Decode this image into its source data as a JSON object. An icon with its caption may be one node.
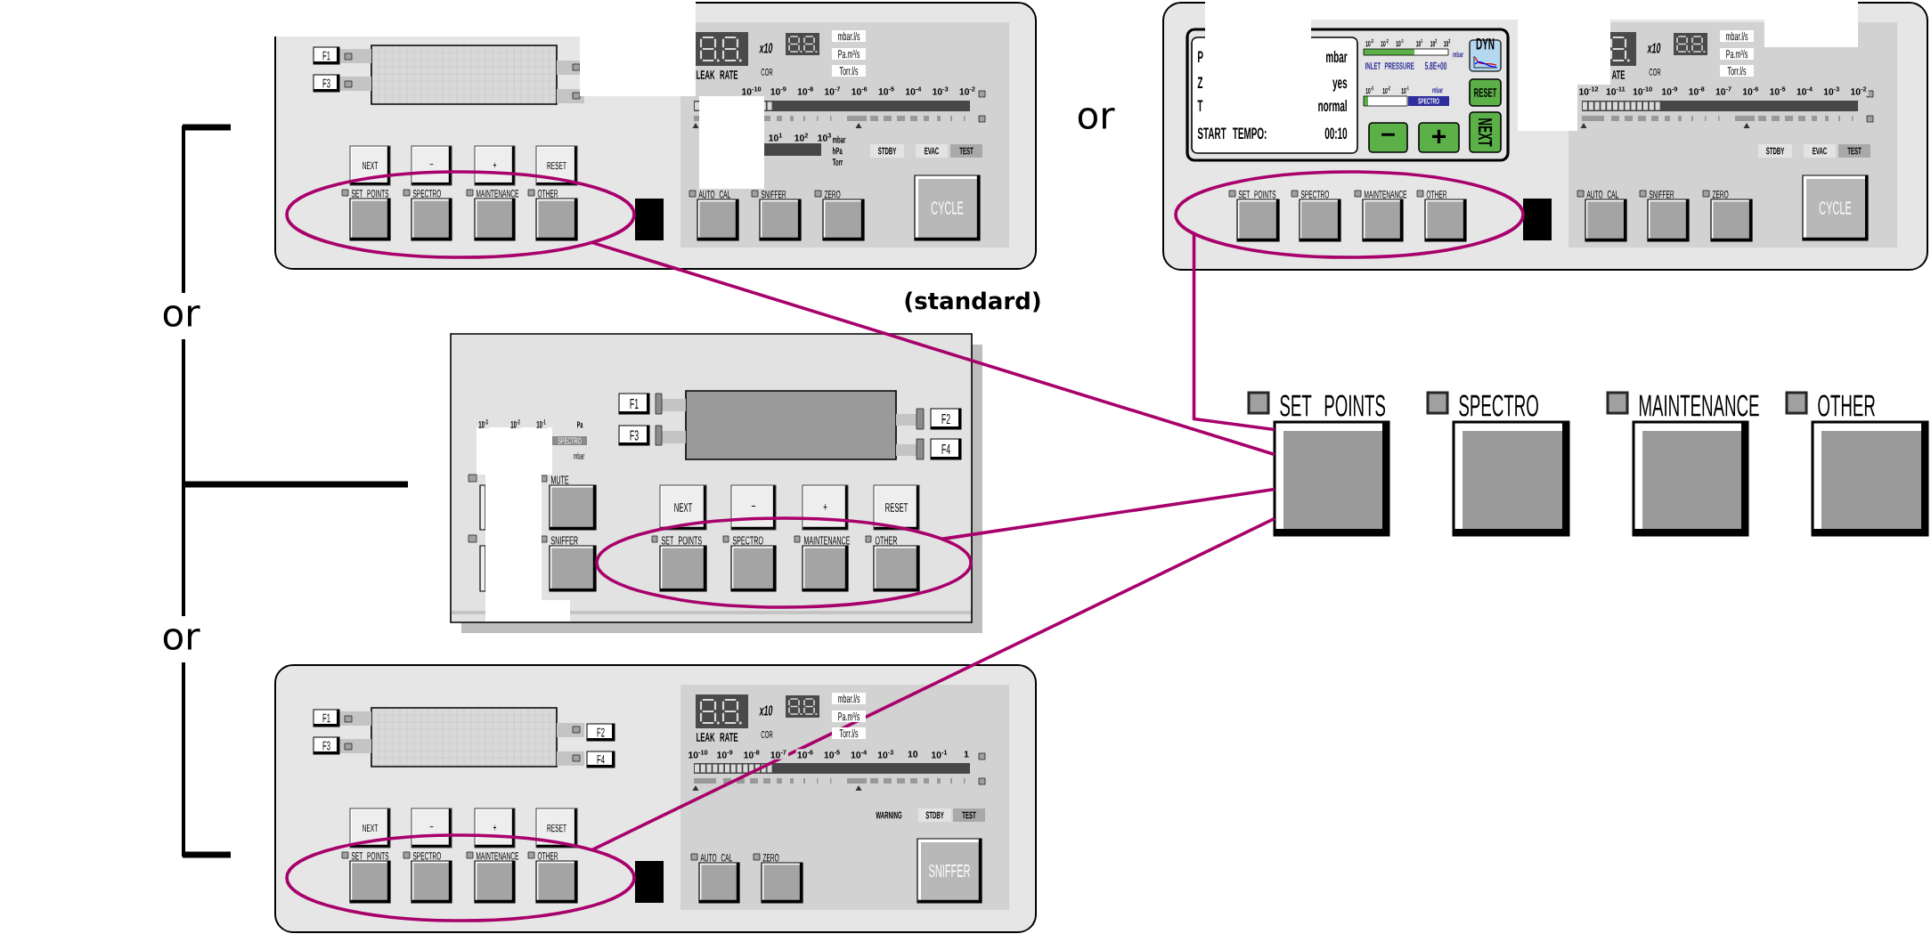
{
  "diagram": {
    "nodes": [
      {
        "text": [],
        "shape": "box",
        "beside": [
          "(standard)"
        ]
      },
      {
        "text": [
          "F1"
        ],
        "in": 0
      },
      {
        "text": [
          "F3"
        ],
        "in": 0
      },
      {
        "text": [
          "NEXT"
        ],
        "in": 0
      },
      {
        "text": [
          "–"
        ],
        "in": 0
      },
      {
        "text": [
          "+"
        ],
        "in": 0
      },
      {
        "text": [
          "RESET"
        ],
        "in": 0
      },
      {
        "text": [],
        "shape": "ellipse",
        "in": 0
      },
      {
        "text": [
          "SET POINTS"
        ],
        "in": 7
      },
      {
        "text": [
          "SPECTRO"
        ],
        "in": 7
      },
      {
        "text": [
          "MAINTENANCE"
        ],
        "in": 7
      },
      {
        "text": [
          "OTHER"
        ],
        "in": 7
      },
      {
        "text": [
          "AUTO CAL"
        ],
        "in": 0
      },
      {
        "text": [
          "SNIFFER"
        ],
        "in": 0
      },
      {
        "text": [
          "ZERO"
        ],
        "in": 0
      },
      {
        "text": [
          "CYCLE"
        ],
        "in": 0
      },
      {
        "text": [],
        "shape": "box"
      },
      {
        "text": [],
        "shape": "box",
        "in": 16
      },
      {
        "text": [
          "P",
          "mbar",
          "Z",
          "yes",
          "T",
          "normal",
          "START TEMPO:",
          "00:10"
        ],
        "in": 17
      },
      {
        "text": [
          "DYN"
        ],
        "in": 17
      },
      {
        "text": [
          "RESET"
        ],
        "in": 17
      },
      {
        "text": [
          "NEXT"
        ],
        "in": 17
      },
      {
        "text": [
          "–"
        ],
        "in": 17
      },
      {
        "text": [
          "+"
        ],
        "in": 17
      },
      {
        "text": [],
        "shape": "ellipse",
        "in": 16
      },
      {
        "text": [
          "SET POINTS"
        ],
        "in": 24
      },
      {
        "text": [
          "SPECTRO"
        ],
        "in": 24
      },
      {
        "text": [
          "MAINTENANCE"
        ],
        "in": 24
      },
      {
        "text": [
          "OTHER"
        ],
        "in": 24
      },
      {
        "text": [
          "AUTO CAL"
        ],
        "in": 16
      },
      {
        "text": [
          "SNIFFER"
        ],
        "in": 16
      },
      {
        "text": [
          "ZERO"
        ],
        "in": 16
      },
      {
        "text": [
          "CYCLE"
        ],
        "in": 16
      },
      {
        "text": [],
        "shape": "box"
      },
      {
        "text": [
          "F1"
        ],
        "in": 33
      },
      {
        "text": [
          "F2"
        ],
        "in": 33
      },
      {
        "text": [
          "F3"
        ],
        "in": 33
      },
      {
        "text": [
          "F4"
        ],
        "in": 33
      },
      {
        "text": [
          "MUTE"
        ],
        "in": 33
      },
      {
        "text": [
          "NEXT"
        ],
        "in": 33
      },
      {
        "text": [
          "–"
        ],
        "in": 33
      },
      {
        "text": [
          "+"
        ],
        "in": 33
      },
      {
        "text": [
          "RESET"
        ],
        "in": 33
      },
      {
        "text": [
          "SNIFFER"
        ],
        "in": 33
      },
      {
        "text": [],
        "shape": "ellipse",
        "in": 33
      },
      {
        "text": [
          "SET POINTS"
        ],
        "in": 44
      },
      {
        "text": [
          "SPECTRO"
        ],
        "in": 44
      },
      {
        "text": [
          "MAINTENANCE"
        ],
        "in": 44
      },
      {
        "text": [
          "OTHER"
        ],
        "in": 44
      },
      {
        "text": [
          "SET POINTS"
        ]
      },
      {
        "text": [
          "SPECTRO"
        ]
      },
      {
        "text": [
          "MAINTENANCE"
        ]
      },
      {
        "text": [
          "OTHER"
        ]
      },
      {
        "text": [],
        "shape": "box"
      },
      {
        "text": [
          "F1"
        ],
        "in": 53
      },
      {
        "text": [
          "F2"
        ],
        "in": 53
      },
      {
        "text": [
          "F3"
        ],
        "in": 53
      },
      {
        "text": [
          "F4"
        ],
        "in": 53
      },
      {
        "text": [
          "NEXT"
        ],
        "in": 53
      },
      {
        "text": [
          "–"
        ],
        "in": 53
      },
      {
        "text": [
          "+"
        ],
        "in": 53
      },
      {
        "text": [
          "RESET"
        ],
        "in": 53
      },
      {
        "text": [],
        "shape": "ellipse",
        "in": 53
      },
      {
        "text": [
          "SET POINTS"
        ],
        "in": 62
      },
      {
        "text": [
          "SPECTRO"
        ],
        "in": 62
      },
      {
        "text": [
          "MAINTENANCE"
        ],
        "in": 62
      },
      {
        "text": [
          "OTHER"
        ],
        "in": 62
      },
      {
        "text": [
          "AUTO CAL"
        ],
        "in": 53
      },
      {
        "text": [
          "ZERO"
        ],
        "in": 53
      },
      {
        "text": [
          "SNIFFER"
        ],
        "in": 53
      }
    ],
    "edges": [
      {
        "from": 7,
        "to": 49,
        "arrow": "none"
      },
      {
        "from": 24,
        "to": 49,
        "arrow": "none"
      },
      {
        "from": 44,
        "to": 49,
        "arrow": "none"
      },
      {
        "from": 62,
        "to": 49,
        "arrow": "none"
      }
    ],
    "labels": [
      "LEAK RATE",
      "x10",
      "COR",
      "mbar.l/s",
      "Pa.m³/s",
      "Torr.l/s",
      "10$^{-10}$",
      "10$^{-9}$",
      "10$^{-8}$",
      "10$^{-7}$",
      "10$^{-6}$",
      "10$^{-5}$",
      "10$^{-4}$",
      "10$^{-3}$",
      "10$^{-2}$",
      "10$^{1}$",
      "10$^{2}$",
      "10$^{3}$",
      "mbar hPa Torr",
      "STDBY",
      "EVAC",
      "TEST",
      "or",
      "10$^{-3}$",
      "10$^{-2}$",
      "10$^{-1}$",
      "10$^{1}$",
      "10$^{2}$",
      "10$^{3}$",
      "mbar",
      "INLET PRESSURE",
      "5.8E+00",
      "10$^{-3}$",
      "10$^{-2}$",
      "10$^{-1}$",
      "mbar",
      "SPECTRO",
      "ATE",
      "x10",
      "COR",
      "mbar.l/s",
      "Pa.m³/s",
      "Torr.l/s",
      "10$^{-12}$",
      "10$^{-11}$",
      "10$^{-10}$",
      "10$^{-9}$",
      "10$^{-8}$",
      "10$^{-7}$",
      "10$^{-6}$",
      "10$^{-5}$",
      "10$^{-4}$",
      "10$^{-3}$",
      "10$^{-2}$",
      "STDBY",
      "EVAC",
      "TEST",
      "or",
      "10$^{-3}$",
      "10$^{-2}$",
      "10$^{-1}$",
      "Pa",
      "SPECTRO",
      "mbar",
      "or",
      "LEAK RATE",
      "x10",
      "COR",
      "mbar.l/s",
      "Pa.m³/s",
      "Torr.l/s",
      "10$^{-10}$",
      "10$^{-9}$",
      "10$^{-8}$",
      "10$^{-7}$",
      "10$^{-6}$",
      "10$^{-5}$",
      "10$^{-4}$",
      "10$^{-3}$",
      "10",
      "10$^{-1}$",
      "1",
      "WARNING",
      "STDBY",
      "TEST"
    ]
  }
}
